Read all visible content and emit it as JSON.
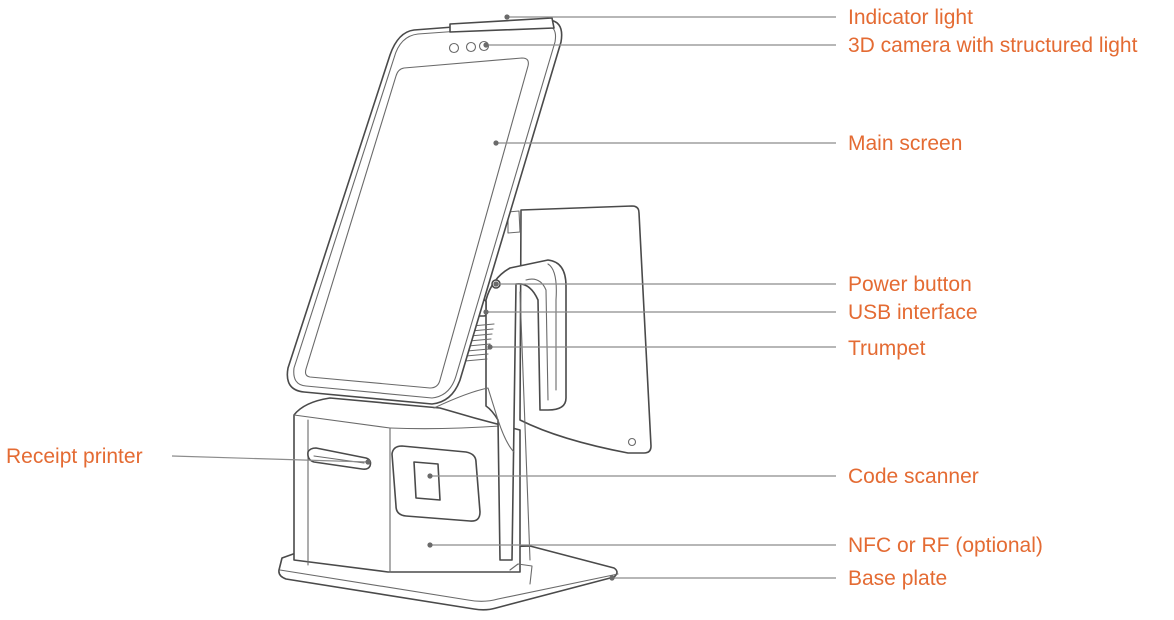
{
  "colors": {
    "label": "#e46b33",
    "leader": "#8c8c8c",
    "outline": "#4a4a4a"
  },
  "labels": {
    "indicator_light": "Indicator light",
    "camera_3d": "3D camera with structured light",
    "main_screen": "Main screen",
    "power_button": "Power button",
    "usb_interface": "USB interface",
    "trumpet": "Trumpet",
    "receipt_printer": "Receipt printer",
    "code_scanner": "Code scanner",
    "nfc_rf": "NFC or RF (optional)",
    "base_plate": "Base plate"
  }
}
